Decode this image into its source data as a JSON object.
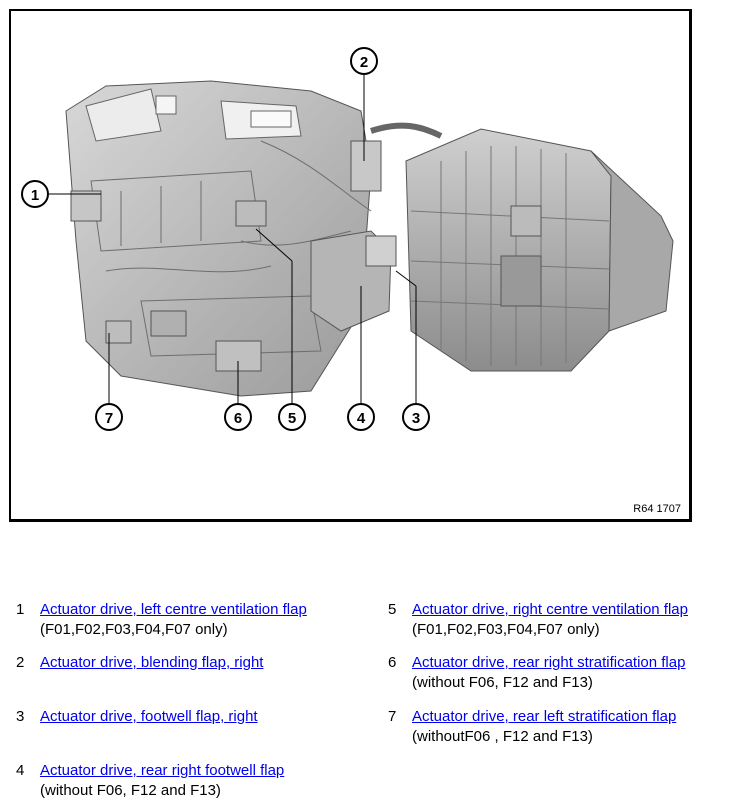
{
  "figure": {
    "reference": "R64 1707",
    "callouts": [
      "1",
      "2",
      "3",
      "4",
      "5",
      "6",
      "7"
    ]
  },
  "legend": [
    {
      "num": "1",
      "link": "Actuator drive, left centre ventilation flap",
      "note": "(F01,F02,F03,F04,F07 only)"
    },
    {
      "num": "2",
      "link": "Actuator drive, blending flap, right",
      "note": ""
    },
    {
      "num": "3",
      "link": "Actuator drive, footwell flap, right",
      "note": ""
    },
    {
      "num": "4",
      "link": "Actuator drive, rear right footwell flap",
      "note": "(without F06, F12 and F13)"
    },
    {
      "num": "5",
      "link": "Actuator drive, right centre ventilation flap",
      "note": "(F01,F02,F03,F04,F07 only)"
    },
    {
      "num": "6",
      "link": "Actuator drive, rear right stratification flap",
      "note": "(without F06, F12 and F13)"
    },
    {
      "num": "7",
      "link": "Actuator drive, rear left stratification flap",
      "note": "(withoutF06 , F12 and F13)"
    }
  ],
  "colors": {
    "link": "#0000ee",
    "border": "#000000"
  }
}
